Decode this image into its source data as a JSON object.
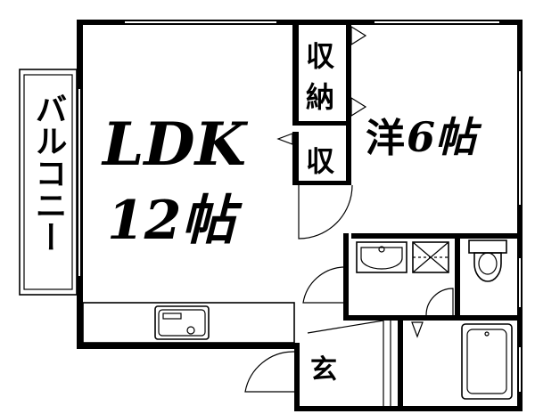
{
  "rooms": {
    "ldk_name": "LDK",
    "ldk_size": "12帖",
    "western_name": "洋",
    "western_size": "6帖",
    "storage_1": "収\n納",
    "storage_1_a": "収",
    "storage_1_b": "納",
    "storage_2": "収",
    "entrance": "玄",
    "balcony": "バルコニー"
  }
}
